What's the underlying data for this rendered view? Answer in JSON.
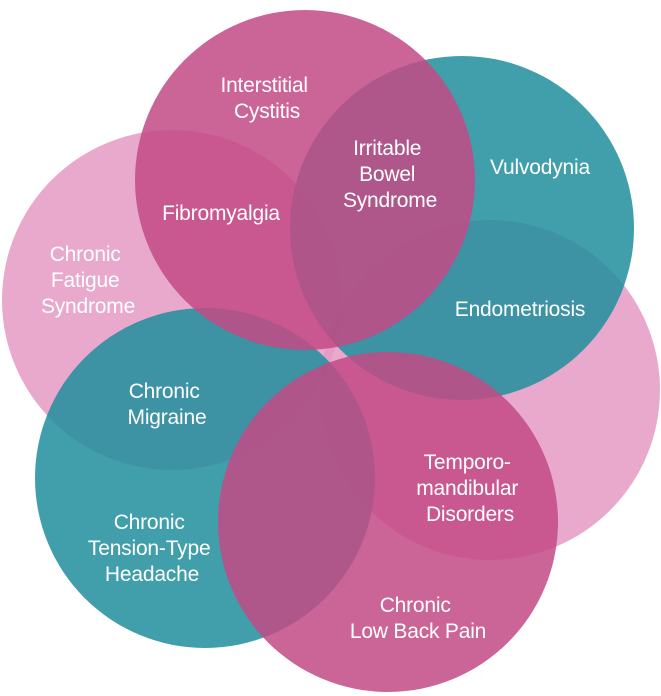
{
  "diagram": {
    "colors": {
      "teal": "#1f8e9c",
      "magenta": "#c34a85",
      "pink": "#e49ac4",
      "white": "#ffffff"
    },
    "circles": [
      {
        "name": "chronic-fatigue-syndrome",
        "color": "pink"
      },
      {
        "name": "endometriosis",
        "color": "pink"
      },
      {
        "name": "vulvodynia",
        "color": "teal"
      },
      {
        "name": "chronic-tension-type-headache",
        "color": "teal"
      },
      {
        "name": "interstitial-cystitis",
        "color": "magenta"
      },
      {
        "name": "temporomandibular-disorders",
        "color": "magenta"
      }
    ],
    "labels": {
      "interstitial_cystitis": [
        "Interstitial",
        "Cystitis"
      ],
      "irritable_bowel_syndrome": [
        "Irritable",
        "Bowel",
        "Syndrome"
      ],
      "vulvodynia": [
        "Vulvodynia"
      ],
      "fibromyalgia": [
        "Fibromyalgia"
      ],
      "chronic_fatigue_syndrome": [
        "Chronic",
        "Fatigue",
        "Syndrome"
      ],
      "endometriosis": [
        "Endometriosis"
      ],
      "chronic_migraine": [
        "Chronic",
        "Migraine"
      ],
      "temporomandibular_disorders": [
        "Temporo-",
        "mandibular",
        "Disorders"
      ],
      "chronic_tension_type_headache": [
        "Chronic",
        "Tension-Type",
        "Headache"
      ],
      "chronic_low_back_pain": [
        "Chronic",
        "Low Back Pain"
      ]
    }
  }
}
